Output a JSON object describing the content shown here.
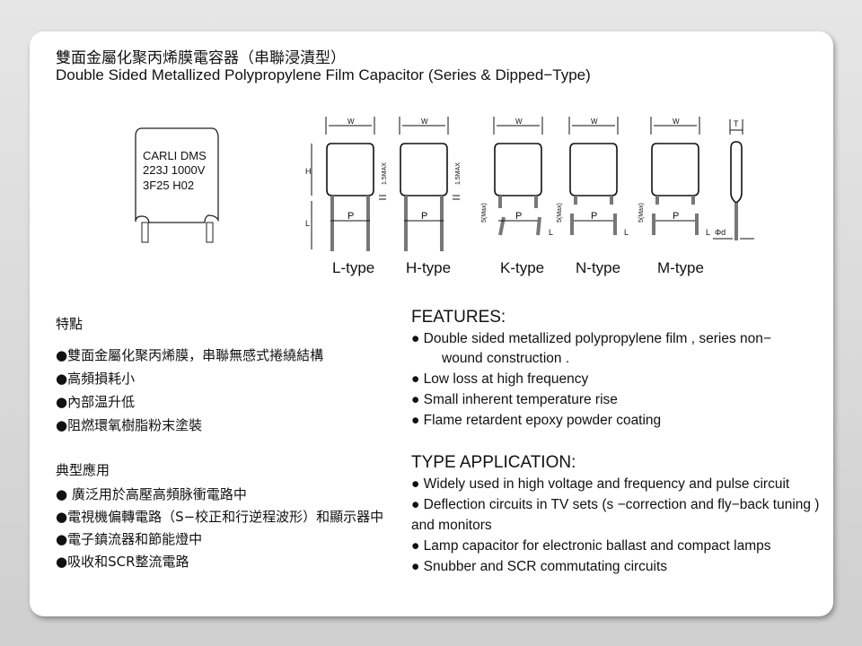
{
  "title_zh": "雙面金屬化聚丙烯膜電容器（串聯浸漬型）",
  "title_en": "Double Sided Metallized Polypropylene Film Capacitor (Series & Dipped−Type)",
  "sample_marking": [
    "CARLI DMS",
    "223J 1000V",
    "3F25    H02"
  ],
  "types": [
    "L-type",
    "H-type",
    "K-type",
    "N-type",
    "M-type"
  ],
  "dimension_labels": {
    "W": "W",
    "H": "H",
    "L": "L",
    "P": "P",
    "T": "T",
    "max15": "1.5MAX",
    "max5": "5(Max)",
    "phid": "Φd"
  },
  "features_zh": {
    "heading": "特點",
    "items": [
      "●雙面金屬化聚丙烯膜，串聯無感式捲繞結構",
      "●高頻損耗小",
      "●內部温升低",
      "●阻燃環氧樹脂粉末塗裝"
    ]
  },
  "applications_zh": {
    "heading": "典型應用",
    "items": [
      "● 廣泛用於高壓高頻脉衝電路中",
      "●電視機偏轉電路（S−校正和行逆程波形）和顯示器中",
      "●電子鎮流器和節能燈中",
      "●吸收和SCR整流電路"
    ]
  },
  "features_en": {
    "heading": "FEATURES:",
    "items": [
      "●  Double sided metallized polypropylene film , series non−",
      "wound construction .",
      "●  Low loss at high frequency",
      "● Small inherent temperature rise",
      "● Flame retardent epoxy powder coating"
    ]
  },
  "applications_en": {
    "heading": "TYPE APPLICATION:",
    "items": [
      "● Widely used in high voltage and frequency and pulse circuit",
      "● Deflection circuits in TV sets (s −correction and fly−back tuning )",
      "and monitors",
      "● Lamp capacitor for electronic ballast and compact lamps",
      "● Snubber and SCR commutating circuits"
    ]
  }
}
